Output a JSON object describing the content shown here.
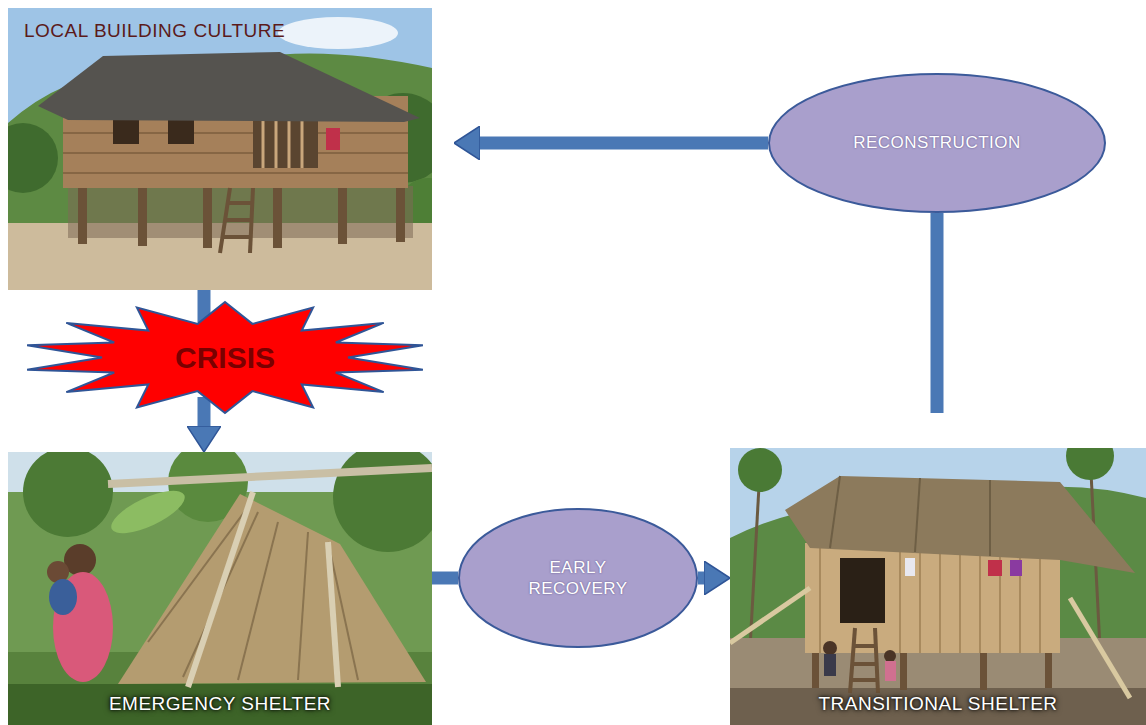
{
  "diagram": {
    "nodes": [
      {
        "text": [
          "LOCAL BUILDING CULTURE"
        ]
      },
      {
        "text": [
          "RECONSTRUCTION"
        ]
      },
      {
        "text": [
          "CRISIS"
        ]
      },
      {
        "text": [
          "EMERGENCY SHELTER"
        ]
      },
      {
        "text": [
          "EARLY RECOVERY"
        ]
      },
      {
        "text": [
          "TRANSITIONAL SHELTER"
        ]
      }
    ],
    "edges": [
      {
        "from": 0,
        "to": 2,
        "arrow": "none"
      },
      {
        "from": 2,
        "to": 3,
        "arrow": "to"
      },
      {
        "from": 3,
        "to": 4,
        "arrow": "none"
      },
      {
        "from": 4,
        "to": 5,
        "arrow": "to"
      },
      {
        "from": 5,
        "to": 1,
        "arrow": "none"
      },
      {
        "from": 1,
        "to": 0,
        "arrow": "to"
      }
    ]
  }
}
